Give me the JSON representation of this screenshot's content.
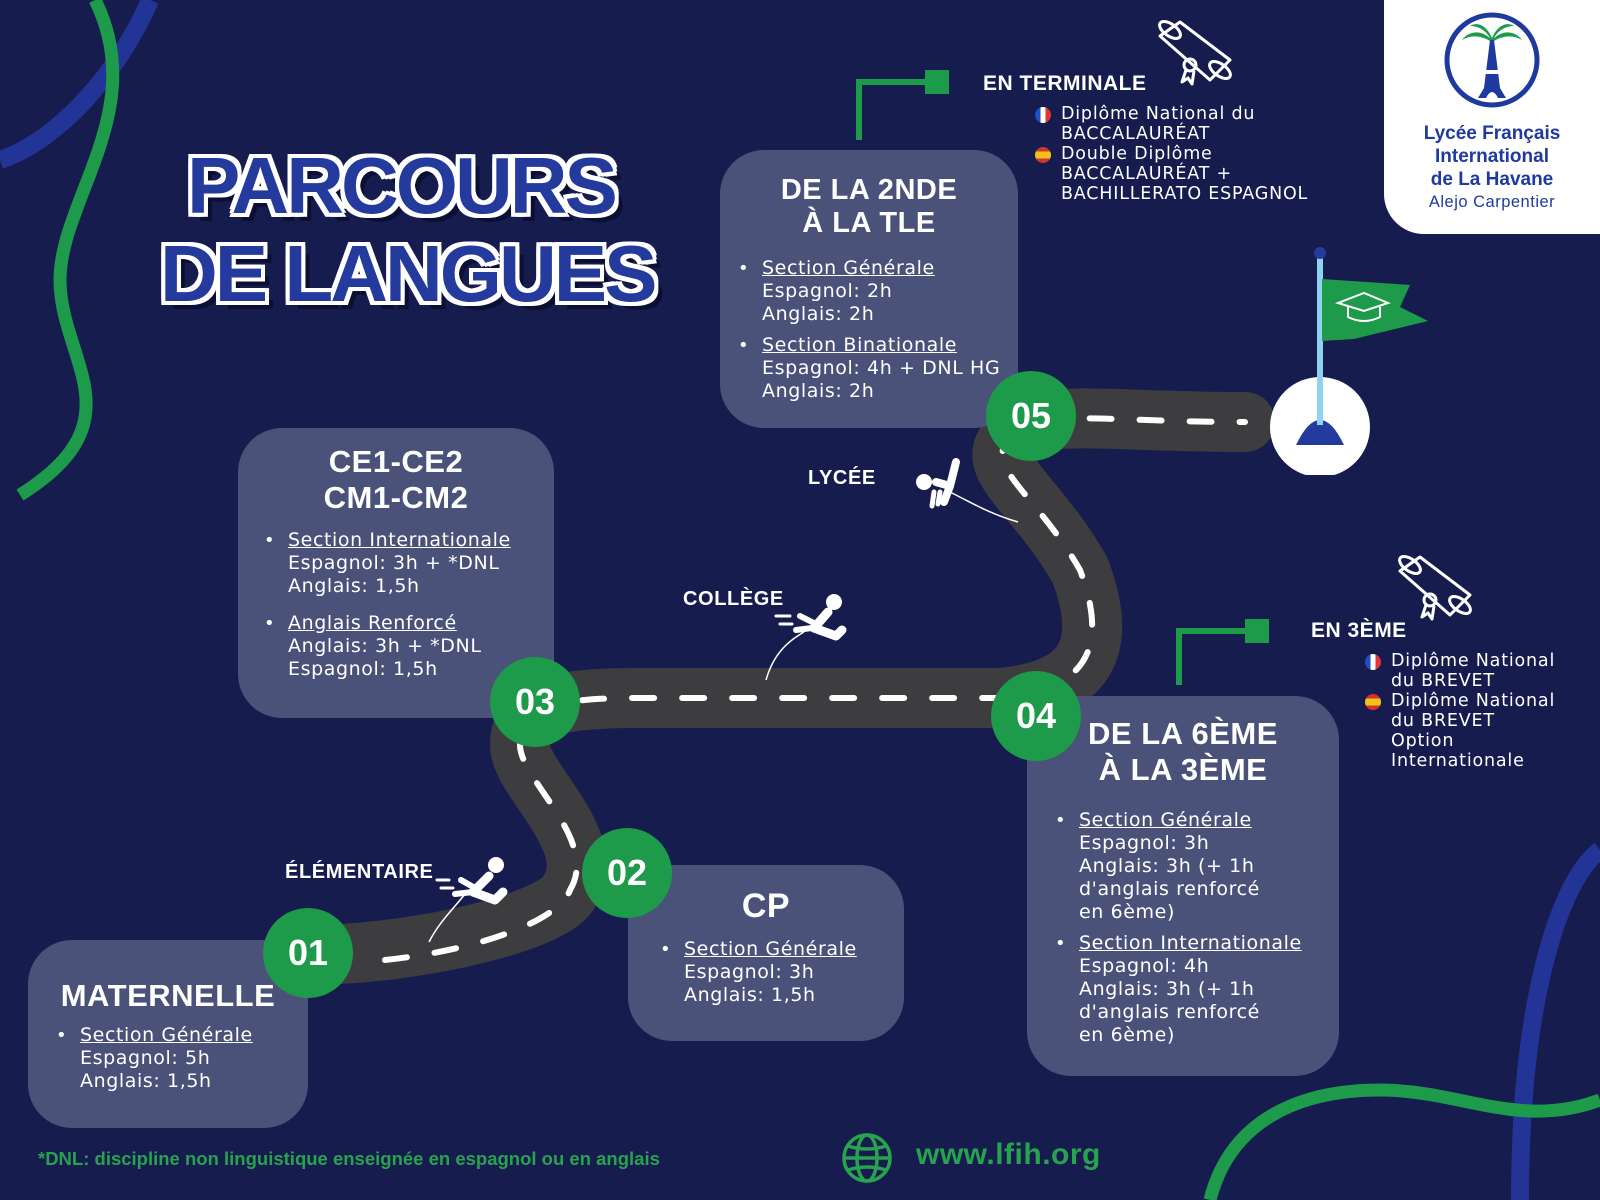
{
  "title": {
    "line1": "PARCOURS",
    "line2": "DE LANGUES"
  },
  "logo": {
    "name_line1": "Lycée Français",
    "name_line2": "International",
    "name_line3": "de La Havane",
    "subtitle": "Alejo Carpentier"
  },
  "steps": [
    {
      "number": "01",
      "title": "MATERNELLE",
      "sections": [
        {
          "name": "Section Générale",
          "lines": [
            "Espagnol: 5h",
            "Anglais: 1,5h"
          ]
        }
      ]
    },
    {
      "number": "02",
      "title": "CP",
      "sections": [
        {
          "name": "Section Générale",
          "lines": [
            "Espagnol: 3h",
            "Anglais: 1,5h"
          ]
        }
      ]
    },
    {
      "number": "03",
      "title_line1": "CE1-CE2",
      "title_line2": "CM1-CM2",
      "sections": [
        {
          "name": "Section Internationale",
          "lines": [
            "Espagnol: 3h + *DNL",
            "Anglais: 1,5h"
          ]
        },
        {
          "name": "Anglais Renforcé",
          "lines": [
            "Anglais: 3h + *DNL",
            "Espagnol: 1,5h"
          ]
        }
      ]
    },
    {
      "number": "04",
      "title_line1": "DE LA 6ÈME",
      "title_line2": "À LA 3ÈME",
      "sections": [
        {
          "name": "Section Générale",
          "lines": [
            "Espagnol: 3h",
            "Anglais: 3h (+ 1h",
            "d'anglais renforcé",
            "en 6ème)"
          ]
        },
        {
          "name": "Section Internationale",
          "lines": [
            "Espagnol: 4h",
            "Anglais: 3h (+ 1h",
            "d'anglais renforcé",
            "en 6ème)"
          ]
        }
      ]
    },
    {
      "number": "05",
      "title_line1": "DE LA 2NDE",
      "title_line2": "À LA TLE",
      "sections": [
        {
          "name": "Section Générale",
          "lines": [
            "Espagnol: 2h",
            "Anglais: 2h"
          ]
        },
        {
          "name": "Section Binationale",
          "lines": [
            "Espagnol: 4h + DNL HG",
            "Anglais: 2h"
          ]
        }
      ]
    }
  ],
  "stages": {
    "elementaire": "ÉLÉMENTAIRE",
    "college": "COLLÈGE",
    "lycee": "LYCÉE"
  },
  "diplomas": {
    "terminale": {
      "title": "EN TERMINALE",
      "items": [
        {
          "flag": "fr",
          "lines": [
            "Diplôme National du",
            "BACCALAURÉAT"
          ]
        },
        {
          "flag": "es",
          "lines": [
            "Double Diplôme",
            "BACCALAURÉAT +",
            "BACHILLERATO ESPAGNOL"
          ]
        }
      ]
    },
    "troisieme": {
      "title": "EN 3ÈME",
      "items": [
        {
          "flag": "fr",
          "lines": [
            "Diplôme National",
            "du BREVET"
          ]
        },
        {
          "flag": "es",
          "lines": [
            "Diplôme National",
            "du BREVET",
            "Option",
            "Internationale"
          ]
        }
      ]
    }
  },
  "footnote": "*DNL: discipline non linguistique enseignée en espagnol ou en anglais",
  "website": "www.lfih.org",
  "colors": {
    "background": "#161c4e",
    "card": "#4b5279",
    "green": "#1d9a4a",
    "blue": "#243a9c",
    "road": "#3d3d3f"
  },
  "icons": [
    "globe-icon",
    "diploma-scroll-icon",
    "graduation-flag-icon",
    "running-person-icon",
    "checkpoint-flag-icon"
  ]
}
